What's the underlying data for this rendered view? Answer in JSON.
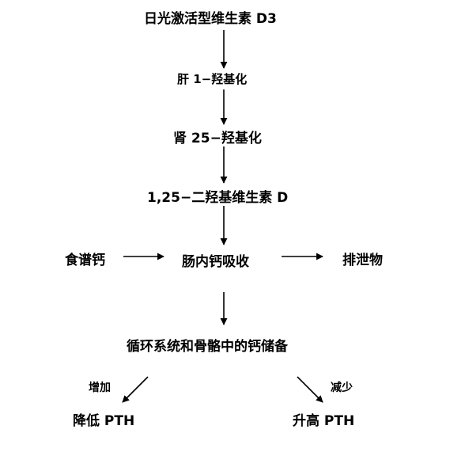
{
  "nodes": {
    "sunlight_d3": "日光激活型维生素 D3",
    "liver": "肝 1−羟基化",
    "kidney": "肾 25−羟基化",
    "calcitriol": "1,25−二羟基维生素 D",
    "dietary_calcium": "食谱钙",
    "intestinal_absorption": "肠内钙吸收",
    "excretion": "排泄物",
    "calcium_store": "循环系统和骨骼中的钙储备",
    "increase": "增加",
    "decrease": "减少",
    "lower_pth": "降低 PTH",
    "raise_pth": "升高 PTH"
  },
  "colors": {
    "text": "#000000",
    "arrow": "#000000",
    "background": "#ffffff"
  }
}
